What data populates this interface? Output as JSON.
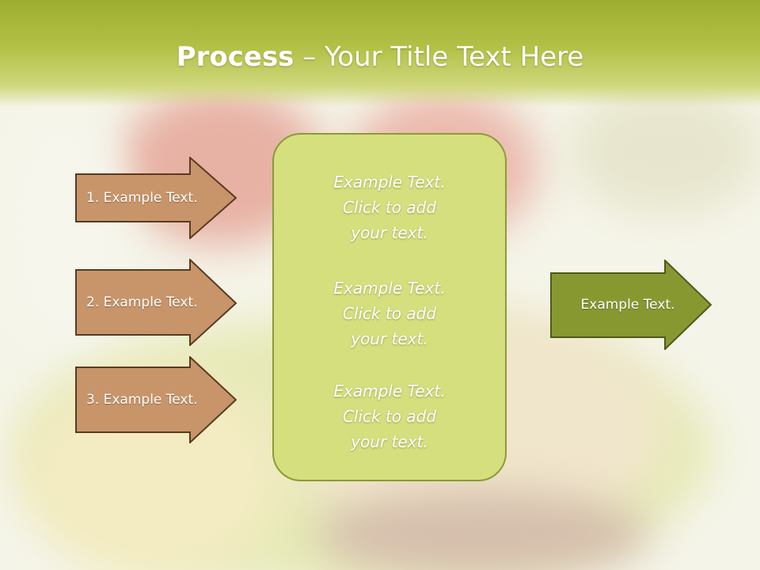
{
  "slide": {
    "title_bold": "Process",
    "title_rest": " – Your Title Text Here"
  },
  "left_items": [
    {
      "label": "1. Example Text."
    },
    {
      "label": "2. Example Text."
    },
    {
      "label": "3. Example Text."
    }
  ],
  "center": {
    "paragraphs": [
      {
        "line1": "Example Text.",
        "line2": "Click  to add",
        "line3": "your text."
      },
      {
        "line1": "Example Text.",
        "line2": "Click  to add",
        "line3": "your text."
      },
      {
        "line1": "Example Text.",
        "line2": "Click  to add",
        "line3": "your text."
      }
    ]
  },
  "right_item": {
    "label": "Example Text."
  },
  "colors": {
    "header": "#9dae2f",
    "left_arrow_fill": "#c8956a",
    "left_arrow_stroke": "#5a3a22",
    "center_box_fill": "#d5df7d",
    "right_arrow_fill": "#889831",
    "right_arrow_stroke": "#4e5a18"
  }
}
